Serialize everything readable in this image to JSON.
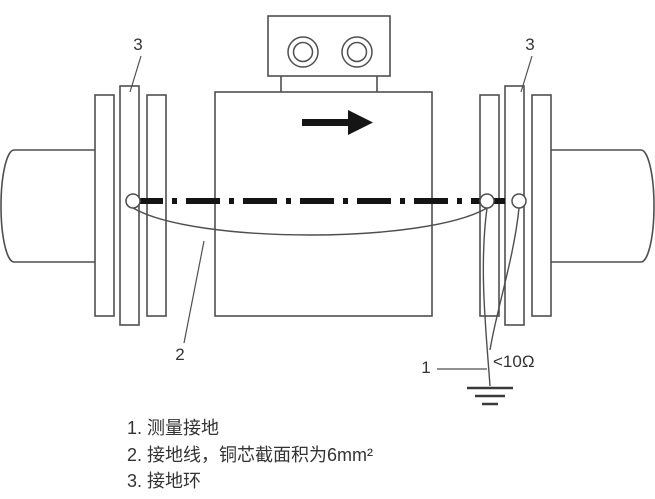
{
  "colors": {
    "line": "#4f4f4f",
    "centerline": "#141414",
    "arrow": "#151515",
    "text": "#333333",
    "background": "#ffffff"
  },
  "diagram": {
    "callouts": {
      "left_ring": "3",
      "right_ring": "3",
      "cable_label": "2",
      "ground_label": "1",
      "resistance": "<10Ω"
    },
    "legend": {
      "item1": "1. 测量接地",
      "item2": "2. 接地线，铜芯截面积为6mm²",
      "item3": "3. 接地环"
    }
  }
}
